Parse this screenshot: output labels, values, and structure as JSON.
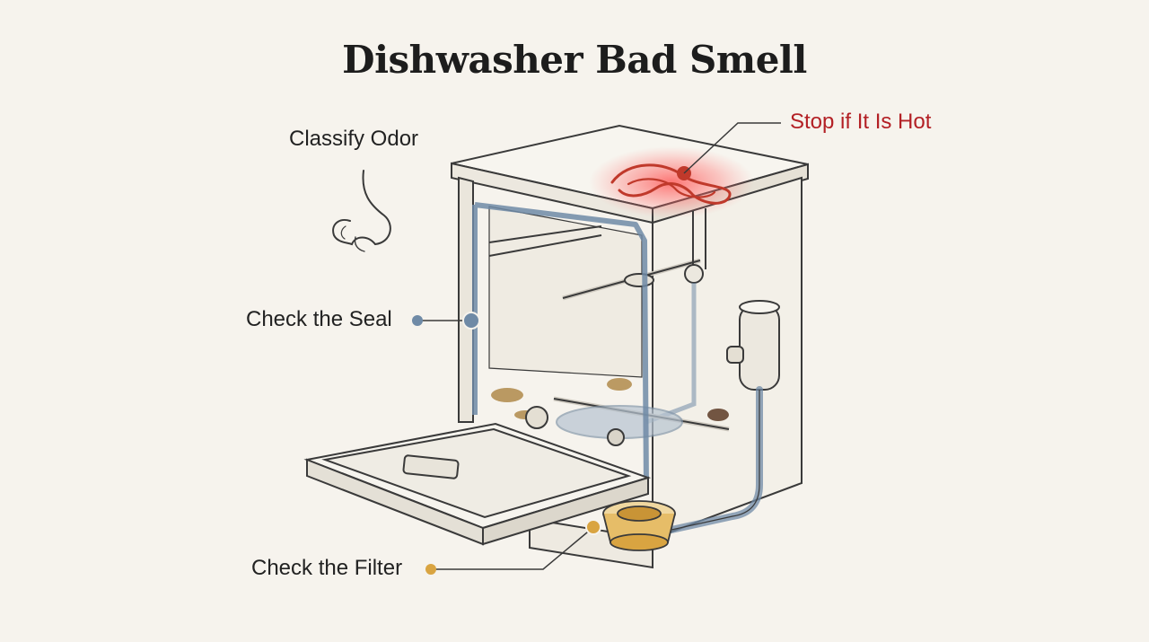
{
  "title": "Dishwasher Bad Smell",
  "labels": {
    "classify_odor": "Classify Odor",
    "check_seal": "Check the Seal",
    "check_filter": "Check the Filter",
    "stop_if_hot": "Stop if It Is Hot"
  },
  "colors": {
    "background": "#f6f3ed",
    "hot_accent": "#b32025",
    "seal_accent": "#6f8aa6",
    "filter_accent": "#d9a441",
    "line": "#3a3a3a"
  },
  "icons": {
    "odor": "nose-icon",
    "hot": "heating-element-icon",
    "seal": "door-gasket-icon",
    "filter": "filter-basket-icon"
  }
}
